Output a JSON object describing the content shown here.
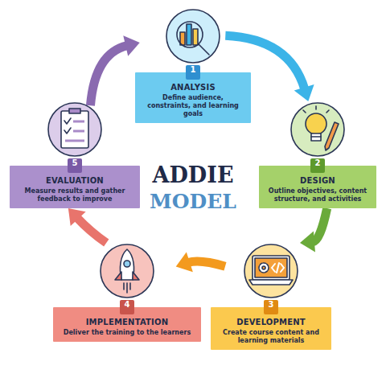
{
  "diagram": {
    "title": "ADDIE",
    "nodes": [
      {
        "text": [
          "1",
          "ANALYSIS",
          "Define audience, constraints, and learning goals"
        ]
      },
      {
        "text": [
          "2",
          "DESIGN",
          "Outline objectives, content structure, and activities"
        ]
      },
      {
        "text": [
          "3",
          "DEVELOPMENT",
          "Create course content and learning materials"
        ]
      },
      {
        "text": [
          "4",
          "IMPLEMENTATION",
          "Deliver the training to the learners"
        ]
      },
      {
        "text": [
          "5",
          "EVALUATION",
          "Measure results and gather feedback to improve"
        ]
      }
    ],
    "edges": [
      {
        "from": 0,
        "to": 1,
        "arrow": "to"
      },
      {
        "from": 1,
        "to": 2,
        "arrow": "to"
      },
      {
        "from": 2,
        "to": 3,
        "arrow": "to"
      },
      {
        "from": 3,
        "to": 4,
        "arrow": "to"
      },
      {
        "from": 4,
        "to": 0,
        "arrow": "to"
      }
    ],
    "labels": [
      "MODEL"
    ]
  }
}
